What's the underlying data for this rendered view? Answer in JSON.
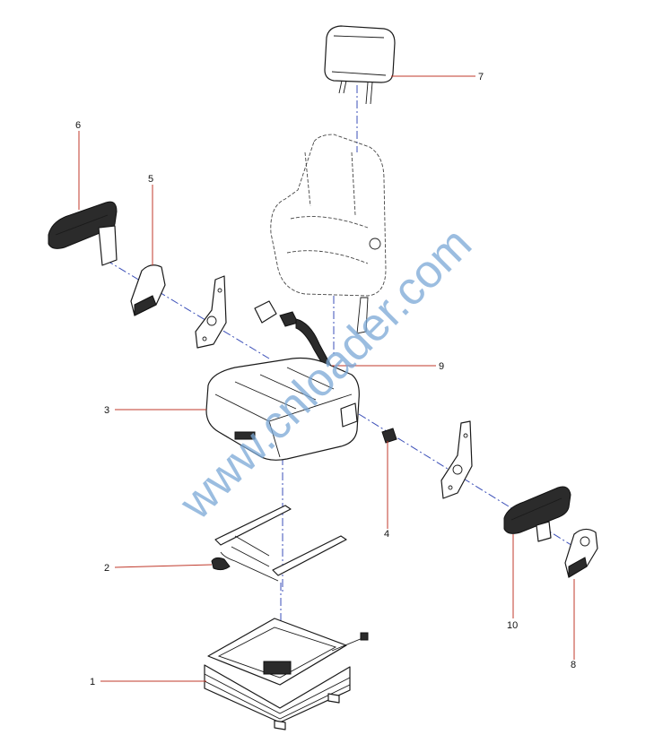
{
  "watermark": "www.cnloader.com",
  "colors": {
    "leader_line": "#c0392b",
    "axis_line": "#3b4fb8",
    "watermark": "#7aa8d6"
  },
  "callouts": [
    {
      "id": "1",
      "label": "1"
    },
    {
      "id": "2",
      "label": "2"
    },
    {
      "id": "3",
      "label": "3"
    },
    {
      "id": "4",
      "label": "4"
    },
    {
      "id": "5",
      "label": "5"
    },
    {
      "id": "6",
      "label": "6"
    },
    {
      "id": "7",
      "label": "7"
    },
    {
      "id": "8",
      "label": "8"
    },
    {
      "id": "9",
      "label": "9"
    },
    {
      "id": "10",
      "label": "10"
    }
  ]
}
